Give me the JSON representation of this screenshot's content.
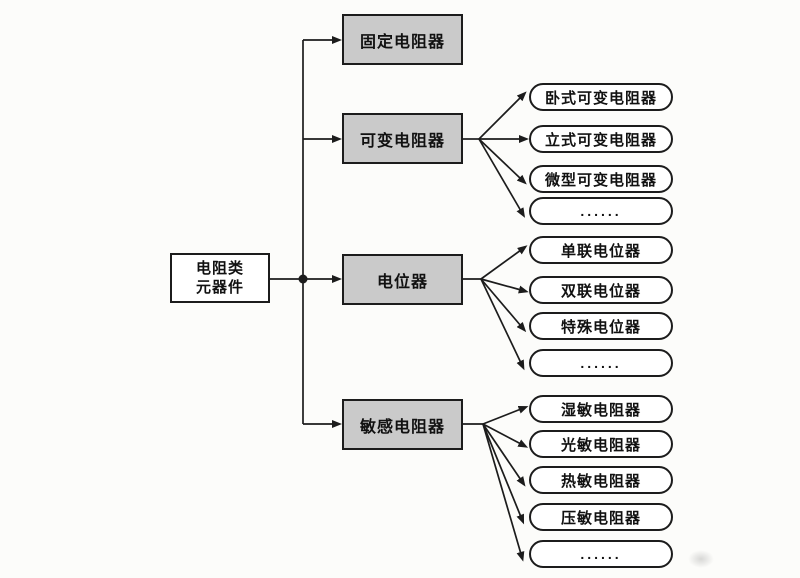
{
  "diagram": {
    "root": {
      "line1": "电阻类",
      "line2": "元器件"
    },
    "categories": [
      {
        "label": "固定电阻器"
      },
      {
        "label": "可变电阻器",
        "children": [
          "卧式可变电阻器",
          "立式可变电阻器",
          "微型可变电阻器",
          "......"
        ]
      },
      {
        "label": "电位器",
        "children": [
          "单联电位器",
          "双联电位器",
          "特殊电位器",
          "......"
        ]
      },
      {
        "label": "敏感电阻器",
        "children": [
          "湿敏电阻器",
          "光敏电阻器",
          "热敏电阻器",
          "压敏电阻器",
          "......"
        ]
      }
    ],
    "colors": {
      "category_fill": "#cacaca",
      "node_fill": "#ffffff",
      "line_color": "#1c1c1c",
      "background": "#fcfcfa"
    }
  }
}
